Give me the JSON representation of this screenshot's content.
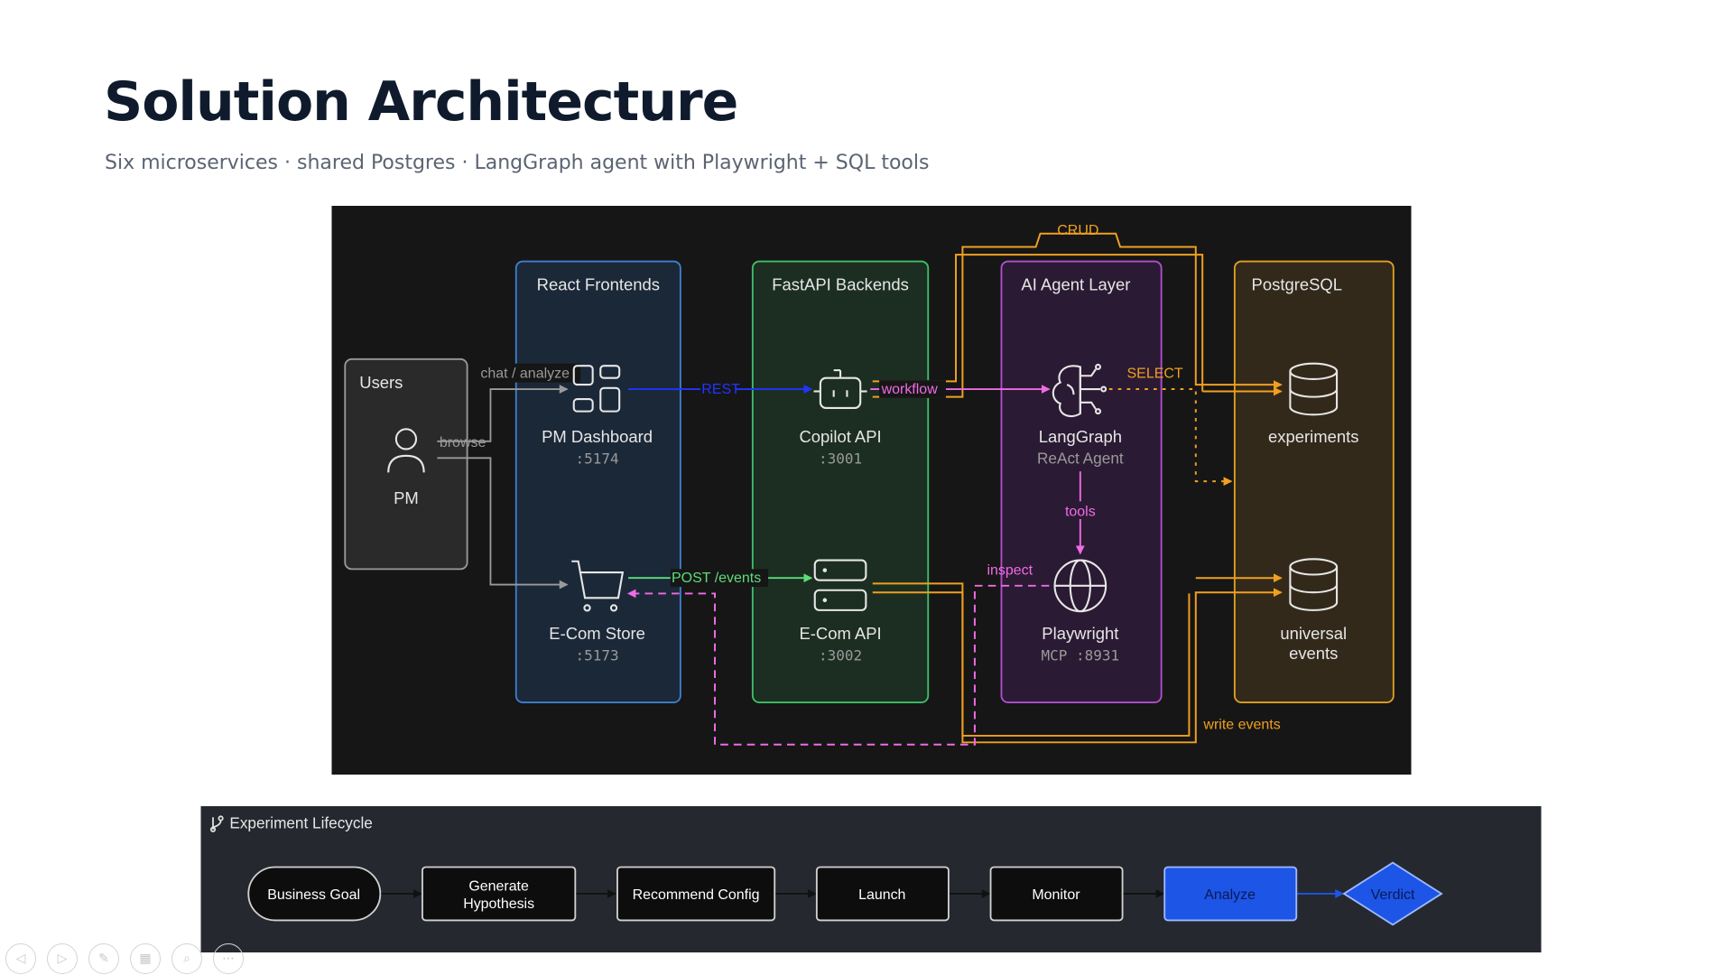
{
  "slide": {
    "title": "Solution Architecture",
    "subtitle": "Six microservices · shared Postgres · LangGraph agent with Playwright + SQL tools"
  },
  "architecture": {
    "panels": {
      "users": "Users",
      "frontends": "React Frontends",
      "backends": "FastAPI Backends",
      "agent": "AI Agent Layer",
      "db": "PostgreSQL"
    },
    "nodes": {
      "pm": {
        "name": "PM"
      },
      "pm_dashboard": {
        "name": "PM Dashboard",
        "port": ":5174"
      },
      "ecom_store": {
        "name": "E-Com Store",
        "port": ":5173"
      },
      "copilot_api": {
        "name": "Copilot API",
        "port": ":3001"
      },
      "ecom_api": {
        "name": "E-Com API",
        "port": ":3002"
      },
      "langgraph": {
        "name": "LangGraph",
        "sub": "ReAct Agent"
      },
      "playwright": {
        "name": "Playwright",
        "sub": "MCP :8931"
      },
      "experiments": {
        "name": "experiments"
      },
      "universal_events": {
        "line1": "universal",
        "line2": "events"
      }
    },
    "edges": {
      "chat": "chat / analyze",
      "browse": "browse",
      "rest": "REST",
      "workflow": "workflow",
      "post_events": "POST /events",
      "crud": "CRUD",
      "select": "SELECT",
      "tools": "tools",
      "inspect": "inspect",
      "write_events": "write events"
    },
    "colors": {
      "canvas": "#161616",
      "users": "#9a9a9a",
      "frontend": "#3f7fd0",
      "backend": "#3fbf66",
      "agent": "#b04fd0",
      "db": "#e0a020",
      "rest": "#1f35ff",
      "workflow": "#f06be6",
      "post": "#5ddc7a",
      "orange": "#f0a020"
    }
  },
  "lifecycle": {
    "title": "Experiment Lifecycle",
    "steps": [
      {
        "label": "Business Goal"
      },
      {
        "label": "Generate Hypothesis",
        "line1": "Generate",
        "line2": "Hypothesis"
      },
      {
        "label": "Recommend Config"
      },
      {
        "label": "Launch"
      },
      {
        "label": "Monitor"
      },
      {
        "label": "Analyze"
      },
      {
        "label": "Verdict"
      }
    ],
    "colors": {
      "panel": "#25292f",
      "node": "#0d0d0d",
      "active": "#1d55e6"
    }
  },
  "controls": [
    {
      "icon": "arrow-left-icon"
    },
    {
      "icon": "arrow-right-icon"
    },
    {
      "icon": "pen-icon"
    },
    {
      "icon": "slides-icon"
    },
    {
      "icon": "zoom-icon"
    },
    {
      "icon": "more-icon"
    }
  ]
}
